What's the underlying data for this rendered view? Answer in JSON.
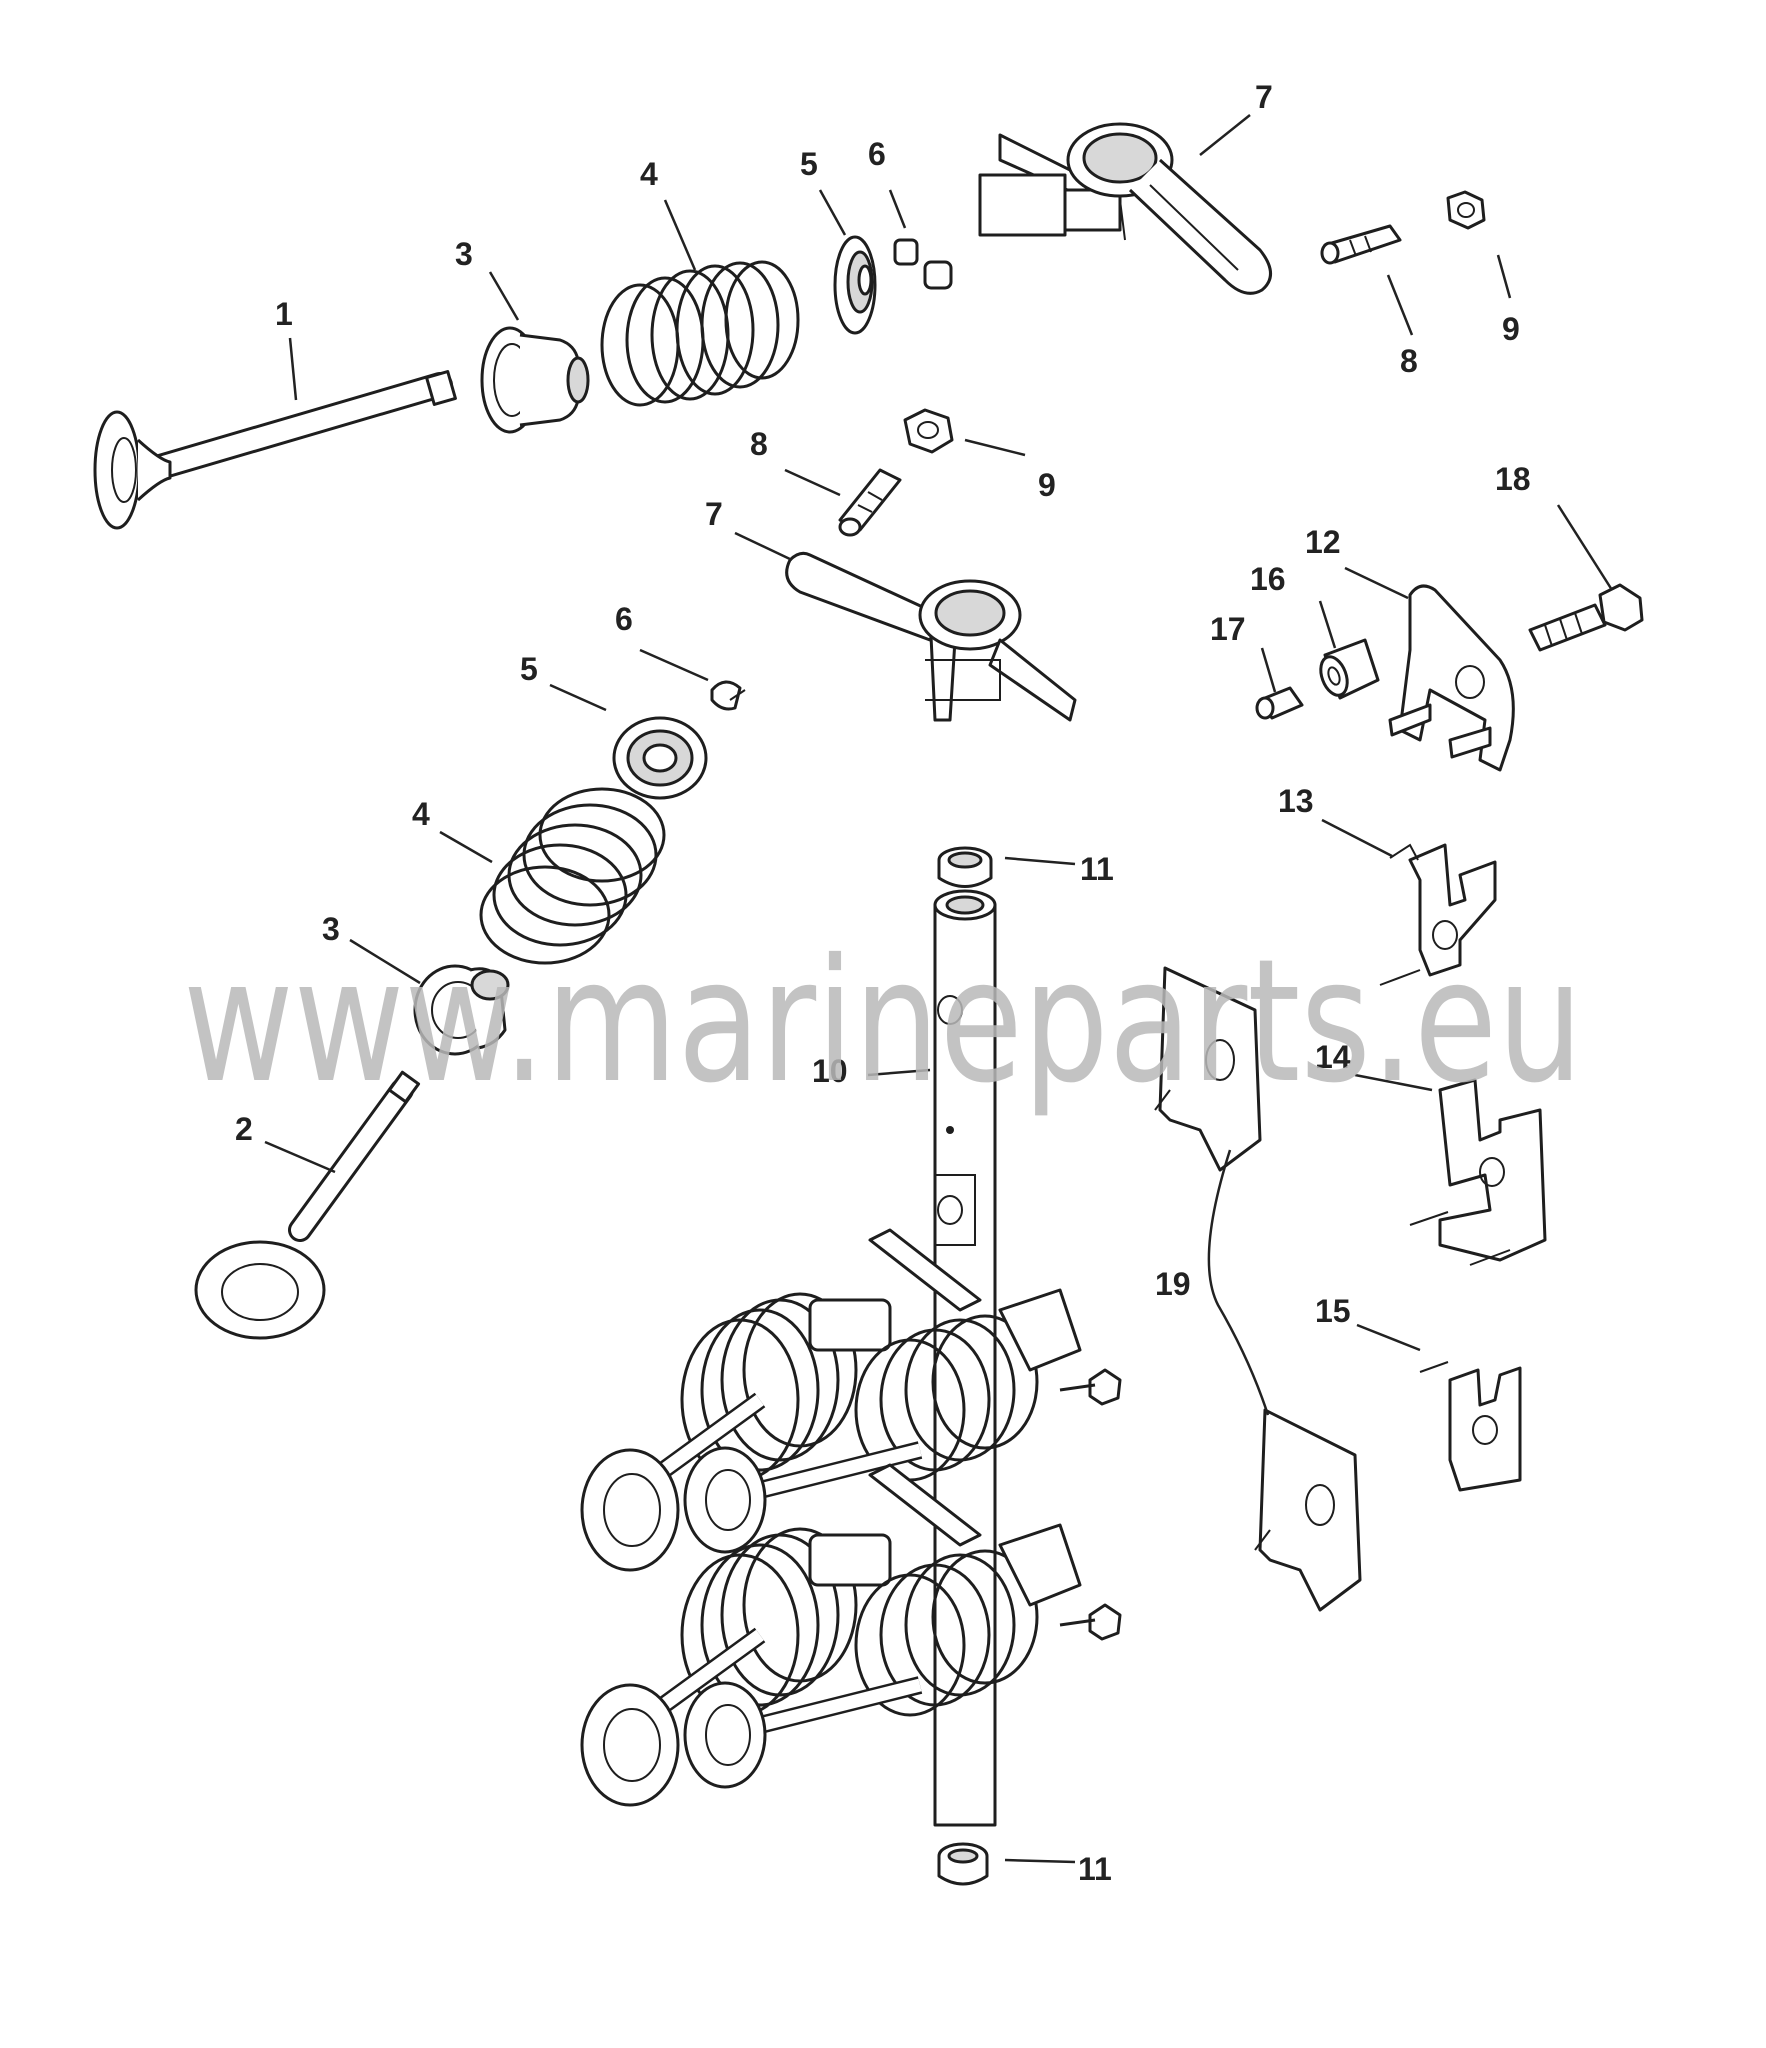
{
  "watermark": "www.marineparts.eu",
  "callouts": [
    {
      "id": "c1",
      "text": "1"
    },
    {
      "id": "c2",
      "text": "2"
    },
    {
      "id": "c3a",
      "text": "3"
    },
    {
      "id": "c3b",
      "text": "3"
    },
    {
      "id": "c4a",
      "text": "4"
    },
    {
      "id": "c4b",
      "text": "4"
    },
    {
      "id": "c5a",
      "text": "5"
    },
    {
      "id": "c5b",
      "text": "5"
    },
    {
      "id": "c6a",
      "text": "6"
    },
    {
      "id": "c6b",
      "text": "6"
    },
    {
      "id": "c7a",
      "text": "7"
    },
    {
      "id": "c7b",
      "text": "7"
    },
    {
      "id": "c8a",
      "text": "8"
    },
    {
      "id": "c8b",
      "text": "8"
    },
    {
      "id": "c9a",
      "text": "9"
    },
    {
      "id": "c9b",
      "text": "9"
    },
    {
      "id": "c10",
      "text": "10"
    },
    {
      "id": "c11a",
      "text": "11"
    },
    {
      "id": "c11b",
      "text": "11"
    },
    {
      "id": "c12",
      "text": "12"
    },
    {
      "id": "c13",
      "text": "13"
    },
    {
      "id": "c14",
      "text": "14"
    },
    {
      "id": "c15",
      "text": "15"
    },
    {
      "id": "c16",
      "text": "16"
    },
    {
      "id": "c17",
      "text": "17"
    },
    {
      "id": "c18",
      "text": "18"
    },
    {
      "id": "c19",
      "text": "19"
    }
  ]
}
